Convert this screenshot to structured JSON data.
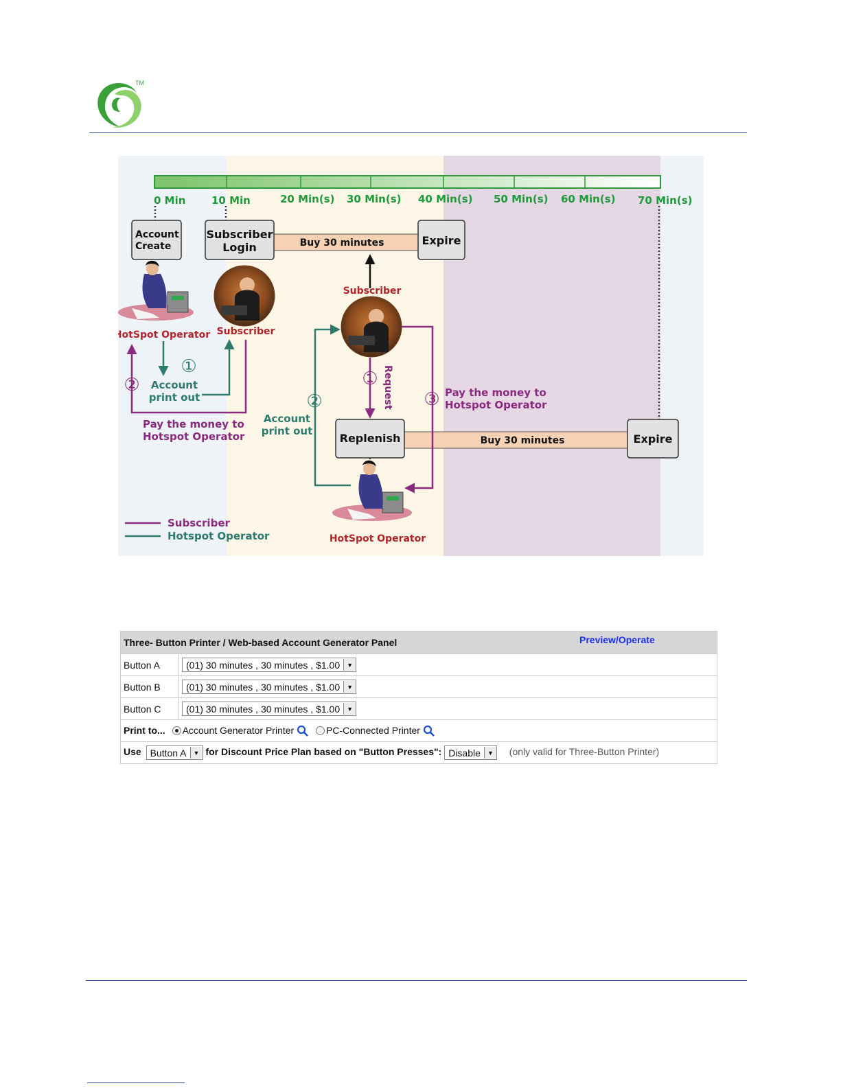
{
  "logo": {
    "tm": "TM",
    "colors": {
      "green": "#3aa13a",
      "green_light": "#8ed16a"
    }
  },
  "diagram": {
    "timeline_labels": [
      "0 Min",
      "10 Min",
      "20 Min(s)",
      "30 Min(s)",
      "40 Min(s)",
      "50 Min(s)",
      "60 Min(s)",
      "70 Min(s)"
    ],
    "boxes": {
      "account_create": [
        "Account",
        "Create"
      ],
      "subscriber_login": [
        "Subscriber",
        "Login"
      ],
      "expire_1": "Expire",
      "replenish": "Replenish",
      "expire_2": "Expire"
    },
    "bars": {
      "buy_1": "Buy 30 minutes",
      "buy_2": "Buy 30 minutes"
    },
    "labels": {
      "hotspot_operator_1": "HotSpot Operator",
      "subscriber_1": "Subscriber",
      "subscriber_top": "Subscriber",
      "request": "Request",
      "account_print_out_1": [
        "Account",
        "print out"
      ],
      "account_print_out_2": [
        "Account",
        "print out"
      ],
      "pay_money_1": [
        "Pay the money to",
        "Hotspot Operator"
      ],
      "pay_money_2": [
        "Pay the money to",
        "Hotspot Operator"
      ],
      "hotspot_operator_2": "HotSpot Operator"
    },
    "step_numbers": {
      "one_a": "①",
      "two_a": "②",
      "one_b": "①",
      "two_b": "②",
      "three_b": "③"
    },
    "legend": [
      {
        "label": "Subscriber",
        "color": "#8a2a7e"
      },
      {
        "label": "Hotspot Operator",
        "color": "#2f7a6e"
      }
    ],
    "colors": {
      "subscriber": "#8a2a7e",
      "operator": "#2f7a6e",
      "timeline_text": "#1f9a3a",
      "red_label": "#b3242a",
      "bar_fill": "#f6d2b5",
      "zone_blue": "#eef3f8",
      "zone_yellow": "#fbf6e6",
      "zone_purple": "#e6d7e4"
    }
  },
  "panel": {
    "title": "Three- Button Printer / Web-based Account Generator Panel",
    "preview_link": "Preview/Operate",
    "buttons": [
      {
        "label": "Button A",
        "value": "(01) 30 minutes , 30 minutes , $1.00"
      },
      {
        "label": "Button B",
        "value": "(01) 30 minutes , 30 minutes , $1.00"
      },
      {
        "label": "Button C",
        "value": "(01) 30 minutes , 30 minutes , $1.00"
      }
    ],
    "print_to": {
      "label": "Print to...",
      "options": [
        "Account Generator Printer",
        "PC-Connected Printer"
      ],
      "selected": "Account Generator Printer"
    },
    "discount": {
      "use_label": "Use",
      "button_value": "Button A",
      "middle_text": "for Discount Price Plan based on \"Button Presses\":",
      "mode_value": "Disable",
      "note": "(only valid for Three-Button Printer)"
    }
  }
}
